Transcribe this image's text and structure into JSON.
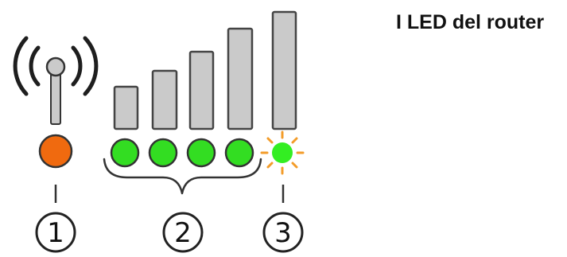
{
  "title": "I LED del router",
  "callouts": [
    {
      "number": "1"
    },
    {
      "number": "2"
    },
    {
      "number": "3"
    }
  ],
  "colors": {
    "orange_led": "#f06a0f",
    "green_led": "#33dd22",
    "bar_fill": "#cacaca",
    "outline": "#333333",
    "glow_rays": "#f39c2a"
  },
  "signal_bars": {
    "count": 5
  },
  "green_leds": {
    "count": 5,
    "blinking": 1
  },
  "icons": [
    "antenna-icon",
    "signal-bars-icon"
  ]
}
